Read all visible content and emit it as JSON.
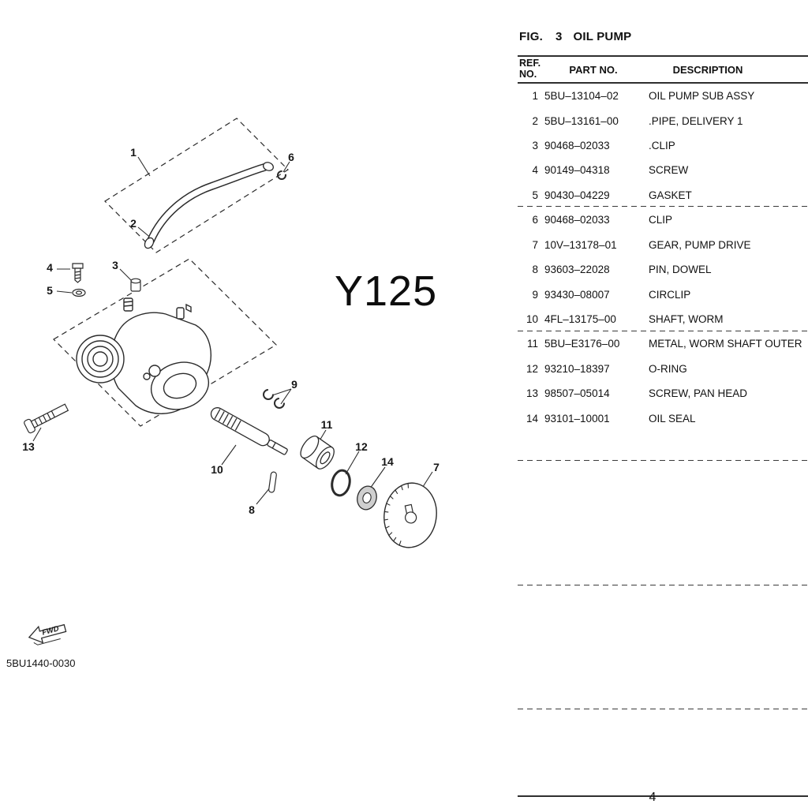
{
  "fig": {
    "label": "FIG.",
    "number": "3",
    "title": "OIL PUMP"
  },
  "table": {
    "header": {
      "ref_line1": "REF.",
      "ref_line2": "NO.",
      "part": "PART NO.",
      "desc": "DESCRIPTION"
    },
    "rows": [
      {
        "ref": "1",
        "part": "5BU–13104–02",
        "desc": "OIL PUMP SUB ASSY"
      },
      {
        "ref": "2",
        "part": "5BU–13161–00",
        "desc": ".PIPE, DELIVERY 1"
      },
      {
        "ref": "3",
        "part": "90468–02033",
        "desc": ".CLIP"
      },
      {
        "ref": "4",
        "part": "90149–04318",
        "desc": "SCREW"
      },
      {
        "ref": "5",
        "part": "90430–04229",
        "desc": "GASKET"
      },
      {
        "ref": "6",
        "part": "90468–02033",
        "desc": "CLIP"
      },
      {
        "ref": "7",
        "part": "10V–13178–01",
        "desc": "GEAR, PUMP DRIVE"
      },
      {
        "ref": "8",
        "part": "93603–22028",
        "desc": "PIN, DOWEL"
      },
      {
        "ref": "9",
        "part": "93430–08007",
        "desc": "CIRCLIP"
      },
      {
        "ref": "10",
        "part": "4FL–13175–00",
        "desc": "SHAFT, WORM"
      },
      {
        "ref": "11",
        "part": "5BU–E3176–00",
        "desc": "METAL, WORM SHAFT OUTER"
      },
      {
        "ref": "12",
        "part": "93210–18397",
        "desc": "O-RING"
      },
      {
        "ref": "13",
        "part": "98507–05014",
        "desc": "SCREW, PAN HEAD"
      },
      {
        "ref": "14",
        "part": "93101–10001",
        "desc": "OIL SEAL"
      }
    ]
  },
  "diagram": {
    "model_label": "Y125",
    "fwd_label": "FWD",
    "drawing_code": "5BU1440-0030",
    "callouts": [
      "1",
      "2",
      "3",
      "4",
      "5",
      "6",
      "7",
      "8",
      "9",
      "10",
      "11",
      "12",
      "13",
      "14"
    ]
  },
  "page": {
    "number": "4"
  }
}
